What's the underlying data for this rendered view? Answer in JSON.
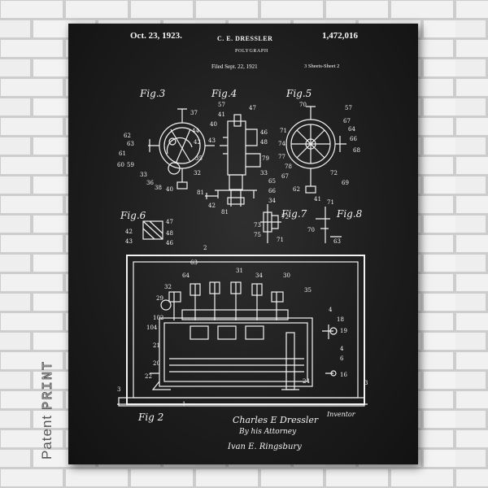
{
  "patent": {
    "date": "Oct. 23, 1923.",
    "inventor": "C. E. DRESSLER",
    "title": "POLYGRAPH",
    "filed": "Filed Sept. 22, 1921",
    "sheets": "3 Sheets-Sheet 2",
    "number": "1,472,016"
  },
  "figures": {
    "fig3": "Fig.3",
    "fig4": "Fig.4",
    "fig5": "Fig.5",
    "fig6": "Fig.6",
    "fig7": "Fig.7",
    "fig8": "Fig.8",
    "fig2": "Fig 2"
  },
  "signature": {
    "name": "Charles E Dressler",
    "by": "By his Attorney",
    "attorney": "Ivan E. Ringsbury",
    "inventor_label": "Inventor"
  },
  "brand": {
    "word1": "Patent",
    "word2": "PRINT"
  },
  "colors": {
    "poster_bg": "#1c1c1c",
    "ink": "#f4f4f4",
    "wall": "#f2f2f2",
    "mortar": "#cfcfcf"
  }
}
